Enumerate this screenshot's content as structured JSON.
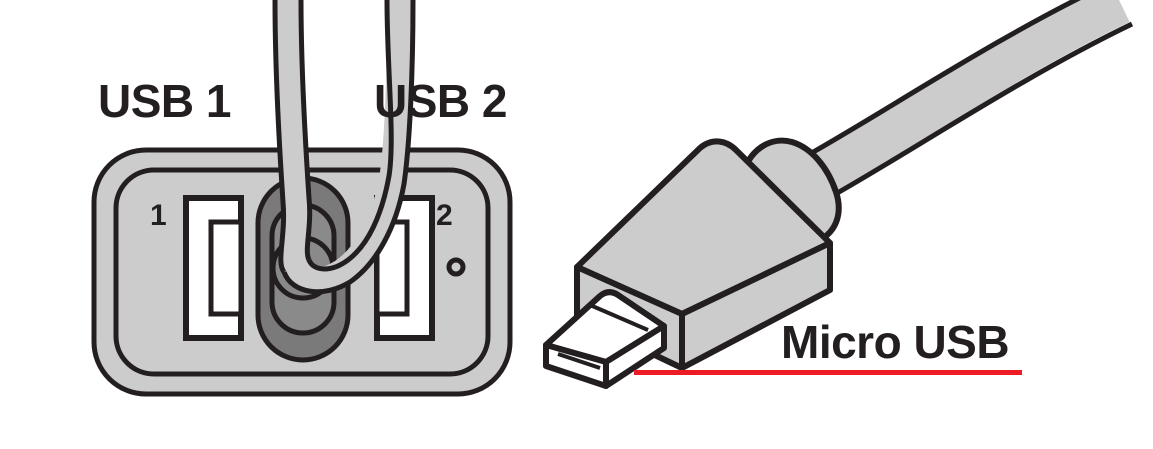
{
  "illustration": {
    "title": "USB ports and Micro USB connector diagram",
    "background_color": "#ffffff"
  },
  "labels": {
    "usb1_heading": "USB 1",
    "usb2_heading": "USB 2",
    "port1_number": "1",
    "port2_number": "2",
    "micro_usb_caption": "Micro USB"
  },
  "colors": {
    "outline": "#231f20",
    "body_gray": "#cccccc",
    "panel_gray": "#cccccc",
    "grommet_gray": "#7a7a7a",
    "grommet_inner_gray": "#8a8a8a",
    "slot_white": "#ffffff",
    "accent_red": "#ed1c24",
    "text_dark": "#231f20"
  },
  "parts": {
    "port_panel": "usb-port-panel",
    "port_slot_1": "usb-port-slot-1",
    "port_slot_2": "usb-port-slot-2",
    "grommet": "cable-grommet",
    "led": "led-indicator",
    "connector_body": "micro-usb-connector-body",
    "connector_tip": "micro-usb-plug-tip",
    "strain_relief": "cable-strain-relief",
    "cable_panel": "panel-cable",
    "cable_connector": "connector-cable",
    "underline": "caption-underline"
  }
}
